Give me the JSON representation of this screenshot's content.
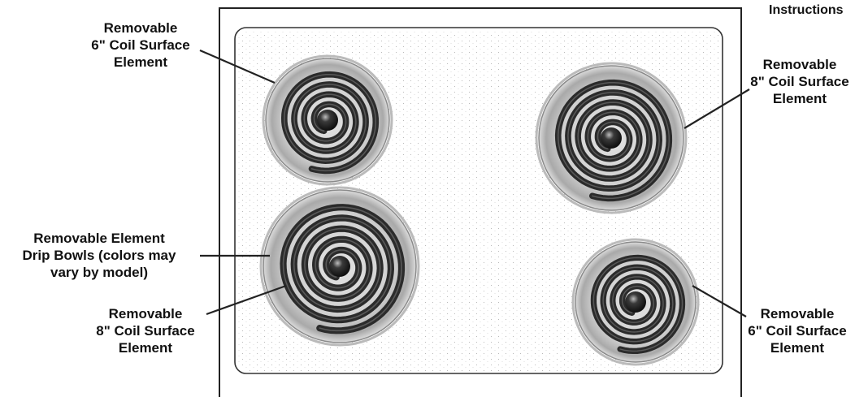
{
  "header": {
    "text": "Instructions"
  },
  "labels": {
    "top_left": {
      "line1": "Removable",
      "line2": "6\" Coil Surface",
      "line3": "Element"
    },
    "top_right": {
      "line1": "Removable",
      "line2": "8\" Coil Surface",
      "line3": "Element"
    },
    "drip_bowls": {
      "line1": "Removable Element",
      "line2": "Drip Bowls (colors may",
      "line3": "vary by model)"
    },
    "bottom_left": {
      "line1": "Removable",
      "line2": "8\" Coil Surface",
      "line3": "Element"
    },
    "bottom_right": {
      "line1": "Removable",
      "line2": "6\" Coil Surface",
      "line3": "Element"
    }
  },
  "colors": {
    "line": "#222222",
    "coil": "#2b2b2b",
    "bowl": "#c9c9c9",
    "bowl_rim": "#8a8a8a",
    "cooktop": "#ffffff"
  }
}
